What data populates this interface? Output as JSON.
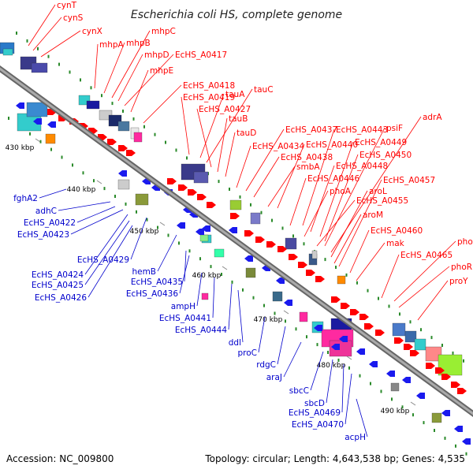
{
  "title": "Escherichia coli HS, complete genome",
  "footer": {
    "accession": "Accession: NC_009800",
    "topology": "Topology: circular; Length: 4,643,538 bp; Genes: 4,535"
  },
  "colors": {
    "top_label": "#ff0000",
    "bottom_label": "#0000cc",
    "backbone": "#888888",
    "gc_dots": "#2a8a2a"
  },
  "ticks": [
    "430 kbp",
    "440 kbp",
    "450 kbp",
    "460 kbp",
    "470 kbp",
    "480 kbp",
    "490 kbp"
  ],
  "top_labels": [
    "cynT",
    "cynS",
    "cynX",
    "mhpA",
    "mhpB",
    "mhpC",
    "mhpD",
    "EcHS_A0417",
    "mhpE",
    "EcHS_A0418",
    "EcHS_A0419",
    "tauA",
    "tauC",
    "EcHS_A0427",
    "tauB",
    "tauD",
    "EcHS_A0437",
    "EcHS_A0443",
    "adrA",
    "psiF",
    "EcHS_A0434",
    "EcHS_A0440",
    "EcHS_A0449",
    "EcHS_A0438",
    "EcHS_A0450",
    "smbA",
    "EcHS_A0448",
    "EcHS_A0446",
    "EcHS_A0457",
    "phoA",
    "aroL",
    "EcHS_A0455",
    "aroM",
    "EcHS_A0460",
    "phoB",
    "mak",
    "EcHS_A0465",
    "phoR",
    "proY"
  ],
  "bottom_labels": [
    "fghA2",
    "adhC",
    "EcHS_A0422",
    "EcHS_A0423",
    "EcHS_A0429",
    "hemB",
    "EcHS_A0424",
    "EcHS_A0425",
    "EcHS_A0426",
    "EcHS_A0435",
    "EcHS_A0436",
    "ampH",
    "EcHS_A0441",
    "EcHS_A0444",
    "ddl",
    "proC",
    "rdgC",
    "araJ",
    "sbcC",
    "sbcD",
    "EcHS_A0469",
    "EcHS_A0470",
    "acpH"
  ]
}
